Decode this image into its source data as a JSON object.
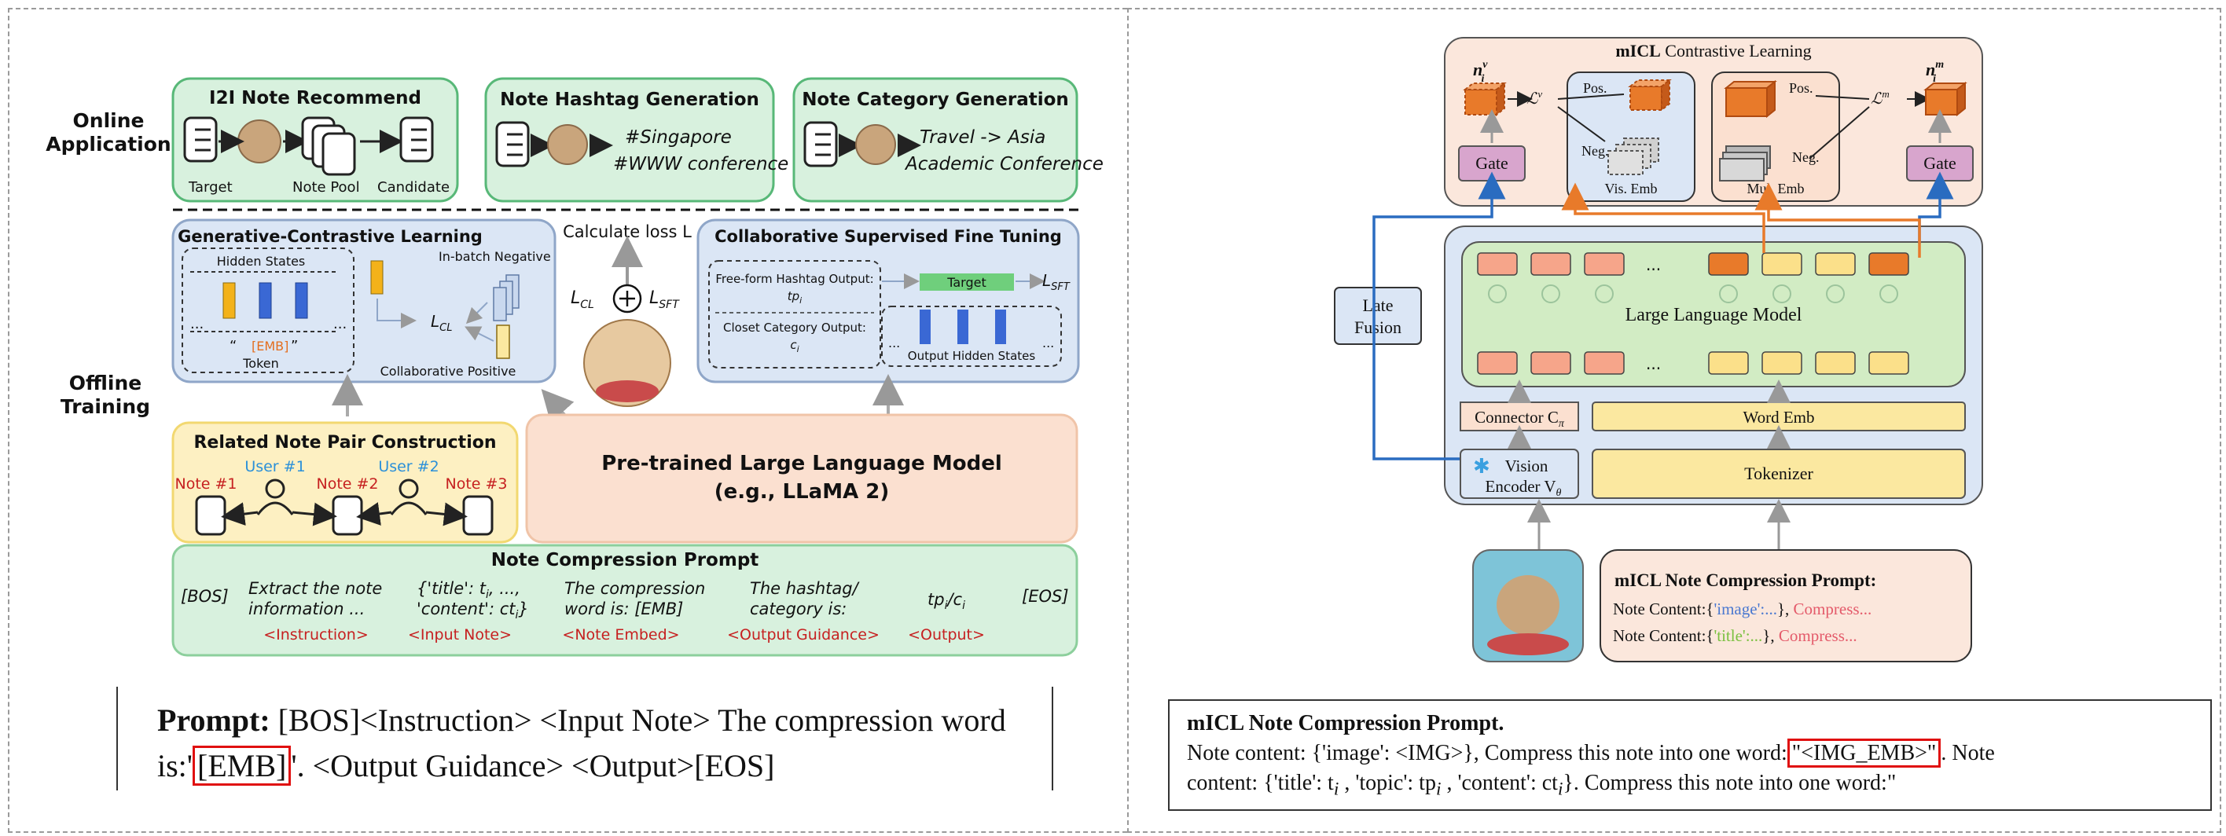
{
  "left": {
    "online_label": "Online\nApplication",
    "offline_label": "Offline\nTraining",
    "i2i": {
      "title": "I2I Note Recommend",
      "target": "Target",
      "pool": "Note Pool",
      "candidate": "Candidate"
    },
    "hashtag": {
      "title": "Note Hashtag Generation",
      "line1": "#Singapore",
      "line2": "#WWW conference"
    },
    "category": {
      "title": "Note Category Generation",
      "line1": "Travel -> Asia",
      "line2": "Academic Conference"
    },
    "gcl": {
      "title": "Generative-Contrastive Learning",
      "hidden_states": "Hidden States",
      "token_label": "Token",
      "emb_token": "[EMB]",
      "quote_open": "“",
      "quote_close": "”",
      "in_batch_negative": "In-batch Negative",
      "collab_positive": "Collaborative Positive",
      "lcl": "L",
      "lcl_sub": "CL"
    },
    "calc_loss": "Calculate loss L",
    "loss_lcl": "L",
    "loss_lcl_sub": "CL",
    "loss_lsft": "L",
    "loss_lsft_sub": "SFT",
    "csft": {
      "title": "Collaborative Supervised Fine Tuning",
      "free_form_1": "Free-form Hashtag Output:",
      "free_form_2": "tp",
      "free_form_2_sub": "i",
      "closet_1": "Closet Category Output:",
      "closet_2": "c",
      "closet_2_sub": "i",
      "target": "Target",
      "lsft": "L",
      "lsft_sub": "SFT",
      "output_hidden": "Output Hidden States"
    },
    "pair": {
      "title": "Related Note Pair Construction",
      "user1": "User #1",
      "user2": "User #2",
      "note1": "Note #1",
      "note2": "Note #2",
      "note3": "Note #3"
    },
    "pretrained": {
      "line1": "Pre-trained Large Language Model",
      "line2": "(e.g., LLaMA 2)"
    },
    "prompt": {
      "title": "Note Compression Prompt",
      "bos": "[BOS]",
      "c1a": "Extract the note",
      "c1b": "information ...",
      "c1tag": "<Instruction>",
      "c2a": "{'title': t",
      "c2a_sub": "i",
      "c2a_rest": ", ...,",
      "c2b": "'content': ct",
      "c2b_sub": "i",
      "c2b_rest": "}",
      "c2tag": "<Input Note>",
      "c3a": "The compression",
      "c3b": "word is: [EMB]",
      "c3tag": "<Note Embed>",
      "c4a": "The hashtag/",
      "c4b": "category is:",
      "c4tag": "<Output Guidance>",
      "c5": "tp",
      "c5_sub1": "i",
      "c5_mid": "/c",
      "c5_sub2": "i",
      "c5tag": "<Output>",
      "eos": "[EOS]"
    },
    "caption": {
      "bold": "Prompt:",
      "part1": " [BOS]<Instruction> <Input Note> The compression word is:",
      "quote1": "'",
      "emb": "[EMB]",
      "quote2": "'",
      "part2": ". <Output Guidance> <Output>[EOS]"
    }
  },
  "right": {
    "micl_title_bold": "mICL",
    "micl_title_rest": " Contrastive Learning",
    "nv": "n",
    "nv_sub": "i",
    "nv_sup": "v",
    "nm": "n",
    "nm_sub": "i",
    "nm_sup": "m",
    "lv": "ℒ",
    "lv_sup": "v",
    "lm": "ℒ",
    "lm_sup": "m",
    "pos": "Pos.",
    "neg": "Neg.",
    "gate": "Gate",
    "vis_emb": "Vis. Emb",
    "mul_emb": "Mul. Emb",
    "late_fusion": "Late\nFusion",
    "llm": "Large Language Model",
    "dots": "...",
    "connector": "Connector C",
    "connector_sub": "π",
    "word_emb": "Word Emb",
    "vision_encoder_1": "Vision",
    "vision_encoder_2": "Encoder V",
    "vision_encoder_sub": "θ",
    "tokenizer": "Tokenizer",
    "prompt_box": {
      "title": "mICL Note Compression Prompt:",
      "l1_pre": "Note Content:{",
      "l1_key": "'image':...",
      "l1_mid": "}, ",
      "l1_comp": "Compress...",
      "l2_pre": "Note Content:{",
      "l2_key": "'title':...",
      "l2_mid": "}, ",
      "l2_comp": "Compress..."
    },
    "caption": {
      "title": "mICL Note Compression Prompt.",
      "line1_pre": "Note content: {'image': <IMG>}, Compress this note into one word:",
      "img_emb": "\"<IMG_EMB>\"",
      "line1_post": ". Note",
      "line2": "content: {'title': t",
      "line2_i": "i",
      "line2_b": " , 'topic': tp",
      "line2_i2": "i",
      "line2_c": " , 'content': ct",
      "line2_i3": "i",
      "line2_d": "}. Compress this note into one word:\""
    }
  },
  "colors": {
    "green_fill": "#d8f1de",
    "green_stroke": "#58b878",
    "blue_fill": "#dbe6f5",
    "blue_stroke": "#8fa6c8",
    "yellow_fill": "#fdf0c2",
    "peach_fill": "#fbe0d0",
    "orange": "#e87a2a",
    "red": "#d42020",
    "lavender": "#d7a7d0"
  }
}
